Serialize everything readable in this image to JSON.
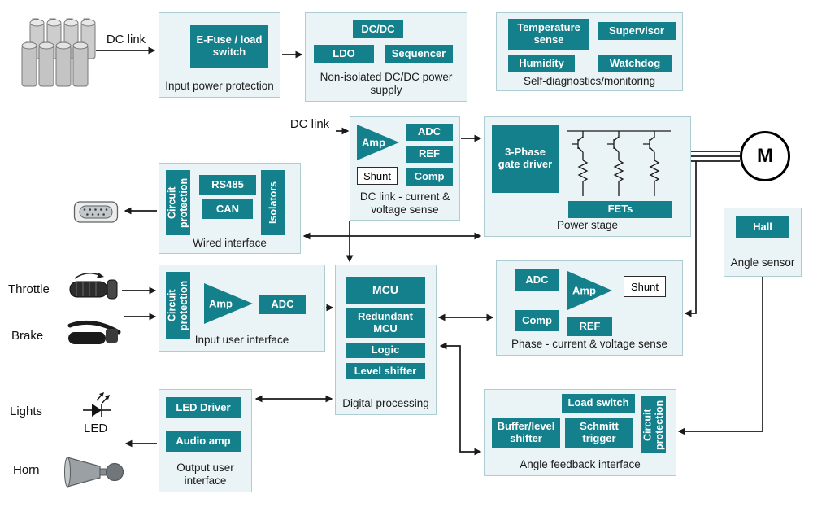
{
  "palette": {
    "teal": "#14808C",
    "panel_bg": "#EAF3F5",
    "panel_border": "#AECDD3",
    "arrow": "#1A1A1A"
  },
  "external": {
    "dc_link_top": "DC link",
    "dc_link_mid": "DC link",
    "throttle": "Throttle",
    "brake": "Brake",
    "lights": "Lights",
    "led": "LED",
    "horn": "Horn",
    "motor": "M"
  },
  "panels": {
    "input_power": {
      "title": "Input power protection",
      "efuse": "E-Fuse / load switch"
    },
    "dcdc": {
      "title": "Non-isolated DC/DC power supply",
      "dcdc": "DC/DC",
      "ldo": "LDO",
      "sequencer": "Sequencer"
    },
    "diagnostics": {
      "title": "Self-diagnostics/monitoring",
      "temperature": "Temperature sense",
      "supervisor": "Supervisor",
      "humidity": "Humidity",
      "watchdog": "Watchdog"
    },
    "dc_link_sense": {
      "title": "DC link - current & voltage sense",
      "amp": "Amp",
      "adc": "ADC",
      "ref": "REF",
      "shunt": "Shunt",
      "comp": "Comp"
    },
    "power_stage": {
      "title": "Power stage",
      "gate_driver": "3-Phase gate driver",
      "fets": "FETs"
    },
    "angle_sensor": {
      "title": "Angle sensor",
      "hall": "Hall"
    },
    "wired_interface": {
      "title": "Wired interface",
      "circuit_protection": "Circuit protection",
      "rs485": "RS485",
      "can": "CAN",
      "isolators": "Isolators"
    },
    "input_user": {
      "title": "Input user interface",
      "circuit_protection": "Circuit protection",
      "amp": "Amp",
      "adc": "ADC"
    },
    "digital": {
      "title": "Digital processing",
      "mcu": "MCU",
      "redundant_mcu": "Redundant MCU",
      "logic": "Logic",
      "level_shifter": "Level shifter"
    },
    "phase_sense": {
      "title": "Phase - current & voltage sense",
      "adc": "ADC",
      "amp": "Amp",
      "shunt": "Shunt",
      "comp": "Comp",
      "ref": "REF"
    },
    "output_user": {
      "title": "Output user interface",
      "led_driver": "LED Driver",
      "audio_amp": "Audio amp"
    },
    "angle_feedback": {
      "title": "Angle feedback interface",
      "load_switch": "Load switch",
      "buffer_level_shifter": "Buffer/level shifter",
      "schmitt_trigger": "Schmitt trigger",
      "circuit_protection": "Circuit protection"
    }
  }
}
